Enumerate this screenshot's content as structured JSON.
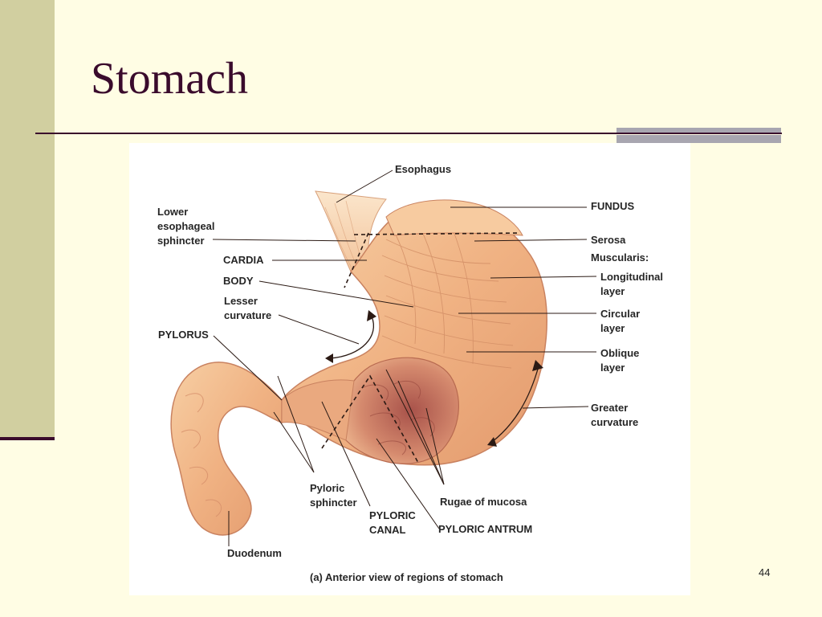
{
  "slide": {
    "title": "Stomach",
    "page_number": "44",
    "colors": {
      "background": "#fffde4",
      "sidebar": "#d1cfa0",
      "accent": "#3a0b2c",
      "bar": "#a8a6b0"
    }
  },
  "figure": {
    "caption": "(a) Anterior view of regions of stomach",
    "labels": {
      "esophagus": "Esophagus",
      "fundus": "FUNDUS",
      "les_1": "Lower",
      "les_2": "esophageal",
      "les_3": "sphincter",
      "serosa": "Serosa",
      "muscularis": "Muscularis:",
      "cardia": "CARDIA",
      "body": "BODY",
      "longitudinal_1": "Longitudinal",
      "longitudinal_2": "layer",
      "lesser_1": "Lesser",
      "lesser_2": "curvature",
      "circular_1": "Circular",
      "circular_2": "layer",
      "pylorus": "PYLORUS",
      "oblique_1": "Oblique",
      "oblique_2": "layer",
      "greater_1": "Greater",
      "greater_2": "curvature",
      "pyloric_sphincter_1": "Pyloric",
      "pyloric_sphincter_2": "sphincter",
      "rugae": "Rugae of mucosa",
      "pyloric_canal_1": "PYLORIC",
      "pyloric_canal_2": "CANAL",
      "pyloric_antrum": "PYLORIC ANTRUM",
      "duodenum": "Duodenum"
    }
  }
}
